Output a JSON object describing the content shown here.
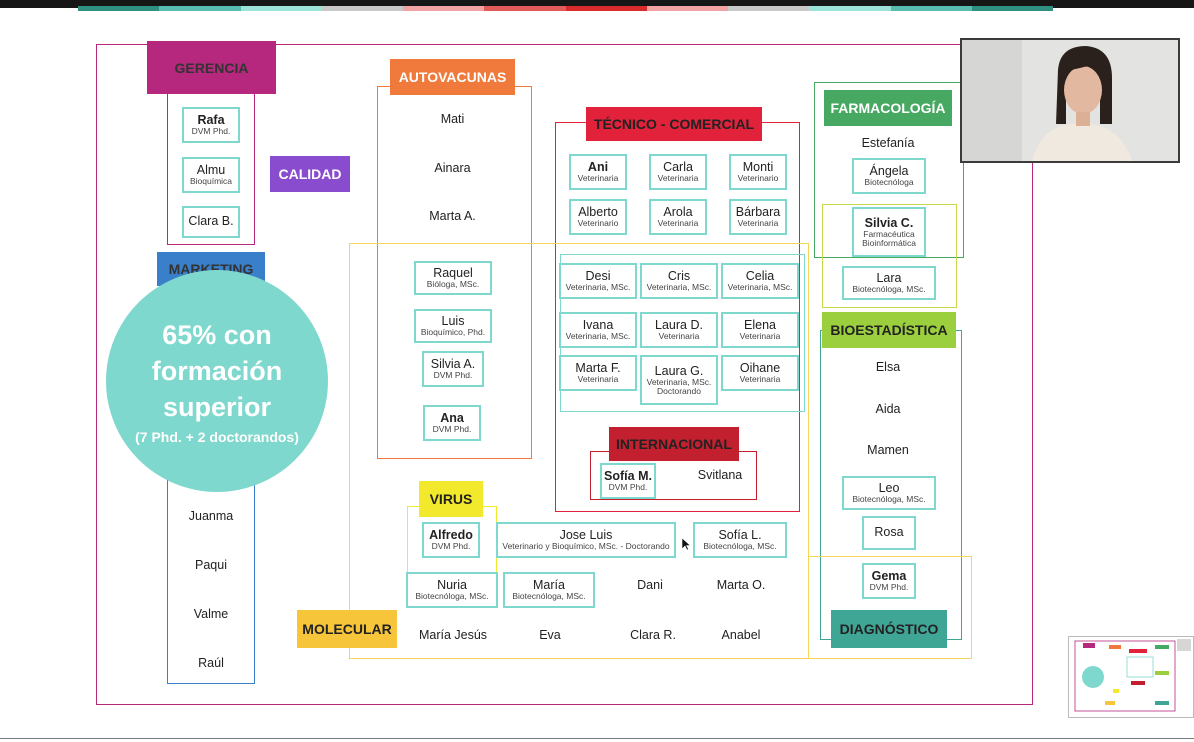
{
  "colors": {
    "gerencia": "#b5287d",
    "calidad": "#8a4ccf",
    "marketing": "#3a7fc9",
    "autovacunas": "#f07a3c",
    "tecnico": "#e2213a",
    "internacional": "#c3202f",
    "farmacologia": "#46a861",
    "bioestadistica": "#9bcf3e",
    "virus": "#f3e92c",
    "molecular": "#f6c53a",
    "diagnostico": "#3fa595",
    "card_border": "#7fd8cd",
    "bubble": "#7fd8cd"
  },
  "headers": {
    "gerencia": "GERENCIA",
    "calidad": "CALIDAD",
    "marketing": "MARKETING",
    "autovacunas": "AUTOVACUNAS",
    "tecnico": "TÉCNICO - COMERCIAL",
    "internacional": "INTERNACIONAL",
    "farmacologia": "FARMACOLOGÍA",
    "bioestadistica": "BIOESTADÍSTICA",
    "virus": "VIRUS",
    "molecular": "MOLECULAR",
    "diagnostico": "DIAGNÓSTICO"
  },
  "gerencia": [
    {
      "name": "Rafa",
      "sub": "DVM Phd."
    },
    {
      "name": "Almu",
      "sub": "Bioquímica"
    },
    {
      "name": "Clara B.",
      "sub": ""
    }
  ],
  "marketing": [
    "Juanma",
    "Paqui",
    "Valme",
    "Raúl"
  ],
  "bubble": {
    "line1": "65% con",
    "line2": "formación",
    "line3": "superior",
    "line4": "(7 Phd. + 2 doctorandos)"
  },
  "autovacunas": {
    "plain": [
      "Mati",
      "Ainara",
      "Marta A."
    ],
    "cards": [
      {
        "name": "Raquel",
        "sub": "Bióloga, MSc."
      },
      {
        "name": "Luis",
        "sub": "Bioquímico, Phd."
      },
      {
        "name": "Silvia A.",
        "sub": "DVM Phd."
      },
      {
        "name": "Ana",
        "sub": "DVM Phd."
      }
    ]
  },
  "tecnico": [
    {
      "name": "Ani",
      "sub": "Veterinaria"
    },
    {
      "name": "Carla",
      "sub": "Veterinaria"
    },
    {
      "name": "Monti",
      "sub": "Veterinario"
    },
    {
      "name": "Alberto",
      "sub": "Veterinario"
    },
    {
      "name": "Arola",
      "sub": "Veterinaria"
    },
    {
      "name": "Bárbara",
      "sub": "Veterinaria"
    },
    {
      "name": "Desi",
      "sub": "Veterinaria, MSc."
    },
    {
      "name": "Cris",
      "sub": "Veterinaria, MSc."
    },
    {
      "name": "Celia",
      "sub": "Veterinaria, MSc."
    },
    {
      "name": "Ivana",
      "sub": "Veterinaria, MSc."
    },
    {
      "name": "Laura D.",
      "sub": "Veterinaria"
    },
    {
      "name": "Elena",
      "sub": "Veterinaria"
    },
    {
      "name": "Marta F.",
      "sub": "Veterinaria"
    },
    {
      "name": "Laura G.",
      "sub": "Veterinaria, MSc.",
      "sub2": "Doctorando"
    },
    {
      "name": "Oihane",
      "sub": "Veterinaria"
    }
  ],
  "internacional": {
    "card": {
      "name": "Sofía M.",
      "sub": "DVM Phd."
    },
    "plain": "Svitlana"
  },
  "farmacologia": {
    "plain": "Estefanía",
    "cards": [
      {
        "name": "Ángela",
        "sub": "Biotecnóloga"
      },
      {
        "name": "Silvia C.",
        "sub": "Farmacéutica",
        "sub2": "Bioinformática"
      },
      {
        "name": "Lara",
        "sub": "Biotecnóloga, MSc."
      }
    ]
  },
  "bioestadistica": [
    "Elsa",
    "Aida",
    "Mamen"
  ],
  "diagnostico": {
    "cards": [
      {
        "name": "Leo",
        "sub": "Biotecnóloga, MSc."
      },
      {
        "name": "Rosa",
        "sub": ""
      },
      {
        "name": "Gema",
        "sub": "DVM Phd."
      }
    ]
  },
  "molecular": {
    "cards": [
      {
        "name": "Alfredo",
        "sub": "DVM Phd."
      },
      {
        "name": "Jose Luis",
        "sub": "Veterinario y Bioquímico, MSc. - Doctorando"
      },
      {
        "name": "Sofía L.",
        "sub": "Biotecnóloga, MSc."
      },
      {
        "name": "Nuria",
        "sub": "Biotecnóloga, MSc."
      },
      {
        "name": "María",
        "sub": "Biotecnóloga, MSc."
      }
    ],
    "plain": [
      "Dani",
      "Marta O.",
      "María Jesús",
      "Eva",
      "Clara R.",
      "Anabel"
    ]
  }
}
